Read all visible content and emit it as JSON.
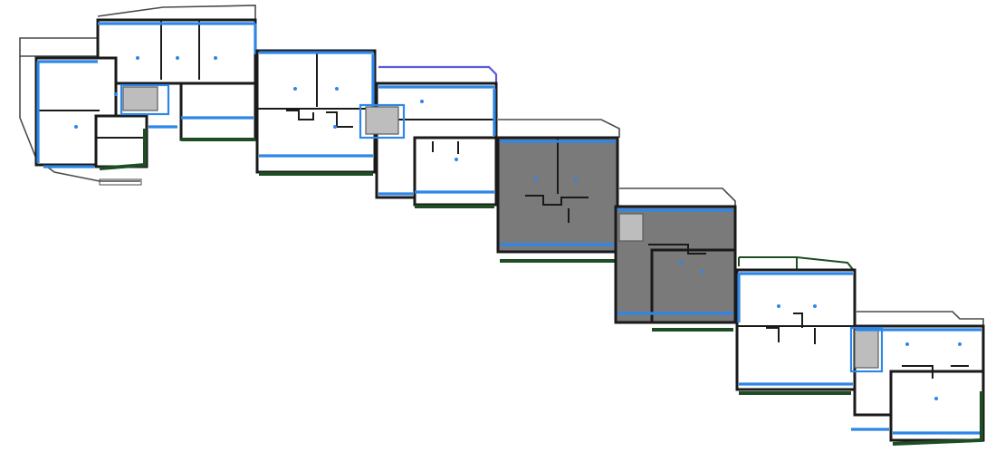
{
  "plan": {
    "section_count": 8,
    "highlighted_sections": [
      4,
      5
    ],
    "colors": {
      "background": "#ffffff",
      "wall": "#1a1a1a",
      "window_wall": "#2e86e6",
      "highlight_fill": "#7a7a7a",
      "green_edge": "#1e4d24",
      "roof_line": "#5b5bd6"
    }
  }
}
